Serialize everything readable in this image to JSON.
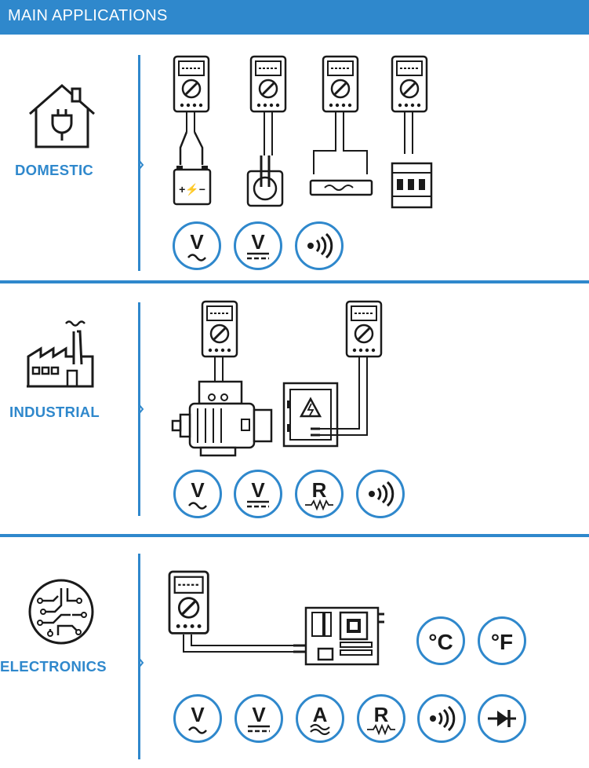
{
  "header": {
    "title": "MAIN APPLICATIONS"
  },
  "sections": [
    {
      "label": "DOMESTIC",
      "icon": "house-plug-icon",
      "symbols": [
        "ac-voltage-icon",
        "dc-voltage-icon",
        "continuity-icon"
      ]
    },
    {
      "label": "INDUSTRIAL",
      "icon": "factory-icon",
      "symbols": [
        "ac-voltage-icon",
        "dc-voltage-icon",
        "resistance-icon",
        "continuity-icon"
      ]
    },
    {
      "label": "ELECTRONICS",
      "icon": "circuit-brain-icon",
      "symbols": [
        "ac-voltage-icon",
        "dc-voltage-icon",
        "ac-current-icon",
        "resistance-icon",
        "continuity-icon",
        "diode-icon"
      ],
      "extra_symbols": [
        {
          "icon": "celsius-icon",
          "text": "°C"
        },
        {
          "icon": "fahrenheit-icon",
          "text": "°F"
        }
      ]
    }
  ],
  "symbol_text": {
    "voltage": "V",
    "current": "A",
    "resistance": "R"
  },
  "colors": {
    "accent": "#2f88cc",
    "ink": "#1a1a1a",
    "symbol_border": "#2f88cc"
  }
}
